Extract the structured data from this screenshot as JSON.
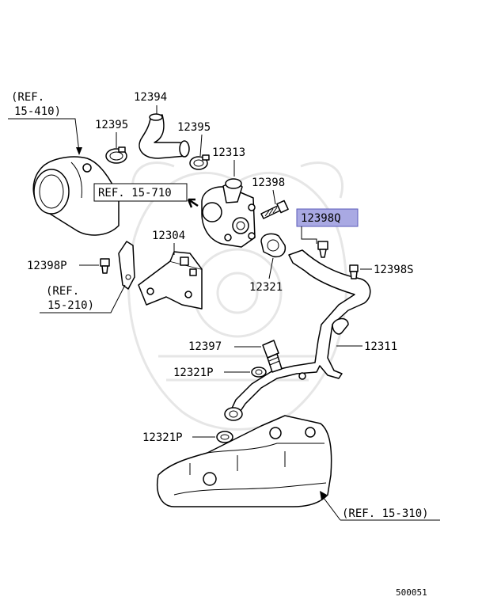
{
  "labels": {
    "p12394": "12394",
    "p12395a": "12395",
    "p12395b": "12395",
    "p12313": "12313",
    "p12398": "12398",
    "p12398q": "12398Q",
    "p12304": "12304",
    "p12398p": "12398P",
    "p12321": "12321",
    "p12398s": "12398S",
    "p12397": "12397",
    "p12311": "12311",
    "p12321p_a": "12321P",
    "p12321p_b": "12321P"
  },
  "refs": {
    "r15410_a": "(REF.",
    "r15410_b": "15-410)",
    "r15710": "REF. 15-710",
    "r15210_a": "(REF.",
    "r15210_b": "15-210)",
    "r15310": "(REF. 15-310)"
  },
  "diagram_code": "500051",
  "colors": {
    "highlight_fill": "#a9a9e3",
    "highlight_stroke": "#5a5ab8"
  }
}
